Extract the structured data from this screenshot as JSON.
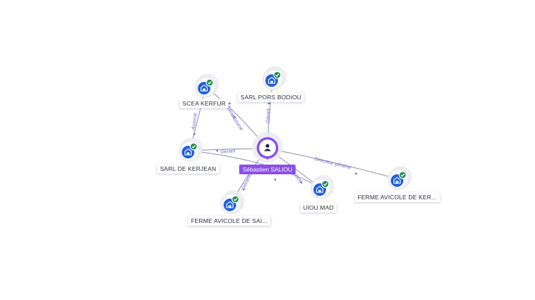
{
  "person": {
    "name": "Sébastien SALIOU",
    "icon": "person-icon",
    "color": "#8a4fe8"
  },
  "companies": [
    {
      "id": "scea-kerfur",
      "label": "SCEA KERFUR",
      "icon": "building-icon",
      "status": "check-icon"
    },
    {
      "id": "sarl-pors-bodiou",
      "label": "SARL PORS BODIOU",
      "icon": "building-icon",
      "status": "check-icon"
    },
    {
      "id": "sarl-de-kerjean",
      "label": "SARL DE KERJEAN",
      "icon": "building-icon",
      "status": "check-icon"
    },
    {
      "id": "ferme-avicole-sai",
      "label": "FERME AVICOLE DE SAI...",
      "icon": "building-icon",
      "status": "check-icon"
    },
    {
      "id": "uiou-mad",
      "label": "UIOU MAD",
      "icon": "building-icon",
      "status": "check-icon"
    },
    {
      "id": "ferme-avicole-ker",
      "label": "FERME AVICOLE DE KER...",
      "icon": "building-icon",
      "status": "check-icon"
    }
  ],
  "relations": [
    {
      "from": "person",
      "to": "scea-kerfur",
      "labels": [
        "Gérant",
        "Associé"
      ]
    },
    {
      "from": "person",
      "to": "sarl-pors-bodiou",
      "labels": [
        "Gérant"
      ]
    },
    {
      "from": "person",
      "to": "sarl-de-kerjean",
      "labels": [
        "Gérant"
      ]
    },
    {
      "from": "person",
      "to": "ferme-avicole-sai",
      "labels": [
        "Gérante"
      ]
    },
    {
      "from": "person",
      "to": "uiou-mad",
      "labels": [
        "Associé"
      ]
    },
    {
      "from": "person",
      "to": "ferme-avicole-ker",
      "labels": [
        "Directeur général"
      ]
    },
    {
      "from": "sarl-de-kerjean",
      "to": "scea-kerfur",
      "labels": [
        "Associé"
      ]
    },
    {
      "from": "sarl-de-kerjean",
      "to": "uiou-mad",
      "labels": []
    }
  ],
  "colors": {
    "company_icon": "#1f5fe0",
    "status_ok": "#1f8f4e",
    "edge_label": "#6f5fd6",
    "edge": "#8a8fa8"
  }
}
